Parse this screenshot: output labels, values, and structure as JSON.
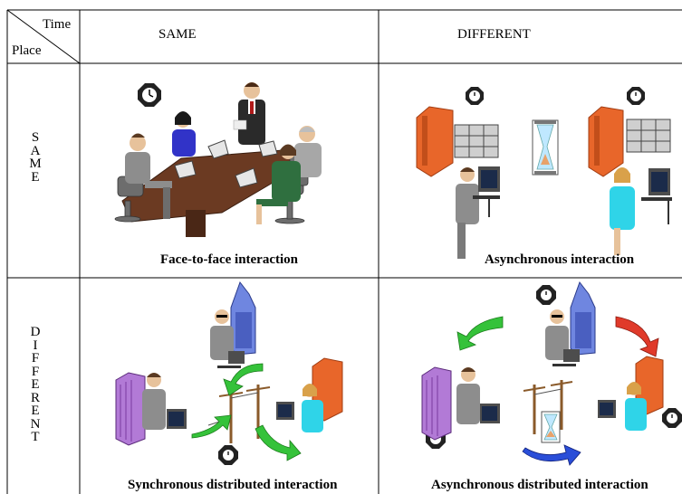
{
  "corner": {
    "top": "Time",
    "bottom": "Place"
  },
  "columns": {
    "same": "SAME",
    "different": "DIFFERENT"
  },
  "rows": {
    "same": [
      "S",
      "A",
      "M",
      "E"
    ],
    "different": [
      "D",
      "I",
      "F",
      "F",
      "E",
      "R",
      "E",
      "N",
      "T"
    ]
  },
  "captions": {
    "face_to_face": "Face-to-face interaction",
    "asynchronous": "Asynchronous interaction",
    "sync_distributed": "Synchronous distributed interaction",
    "async_distributed": "Asynchronous  distributed interaction"
  },
  "colors": {
    "grid": "#000000",
    "table_wood": "#6b3a22",
    "building_orange": "#e8662a",
    "building_blue": "#6f86e0",
    "building_purple": "#b27ad6",
    "arrow_green": "#35c23a",
    "arrow_red": "#e03a2a",
    "arrow_blue": "#2a4ed8"
  },
  "icons": {
    "clock": "clock-icon",
    "person": "person-icon",
    "computer": "computer-icon",
    "building": "building-icon",
    "telephone_pole": "telephone-pole-icon",
    "hourglass": "hourglass-icon",
    "filing_cabinet": "filing-cabinet-icon",
    "arrow": "curved-arrow-icon"
  }
}
